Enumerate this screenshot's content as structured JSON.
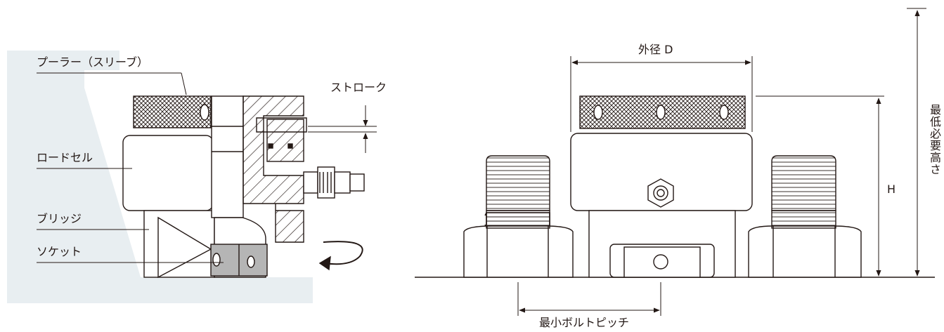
{
  "left_diagram": {
    "labels": {
      "puller": "プーラー（スリーブ）",
      "stroke": "ストローク",
      "load_cell": "ロードセル",
      "bridge": "ブリッジ",
      "socket": "ソケット"
    },
    "colors": {
      "background_panel": "#e8eef1",
      "socket_fill": "#b5b5b5",
      "line": "#231815"
    }
  },
  "right_diagram": {
    "labels": {
      "outer_diameter": "外径 D",
      "height": "H",
      "min_height": "最低必要高さ",
      "min_bolt_pitch": "最小ボルトピッチ"
    }
  }
}
